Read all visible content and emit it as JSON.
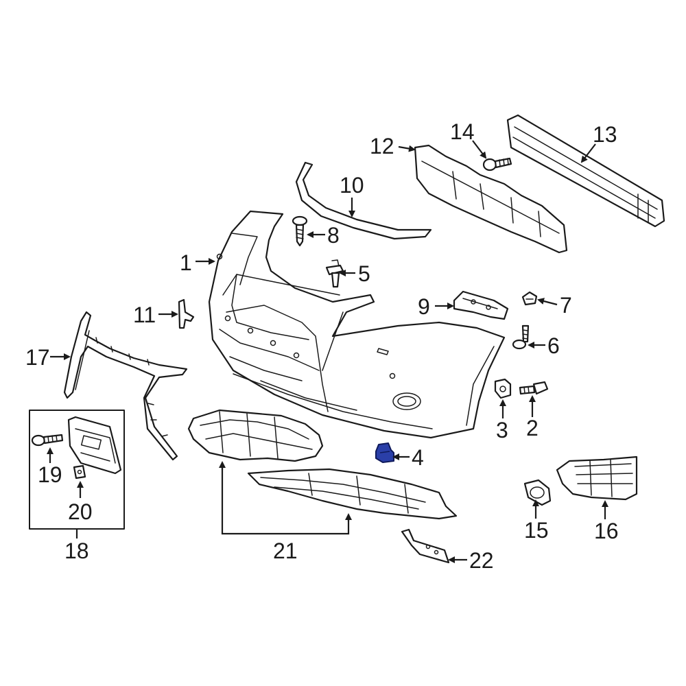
{
  "colors": {
    "line": "#1a1a1a",
    "background": "#ffffff",
    "highlight": "#2a3fa8",
    "highlight_outline": "#0f1a5a"
  },
  "highlighted_part": "4",
  "callouts": {
    "c1": "1",
    "c2": "2",
    "c3": "3",
    "c4": "4",
    "c5": "5",
    "c6": "6",
    "c7": "7",
    "c8": "8",
    "c9": "9",
    "c10": "10",
    "c11": "11",
    "c12": "12",
    "c13": "13",
    "c14": "14",
    "c15": "15",
    "c16": "16",
    "c17": "17",
    "c18": "18",
    "c19": "19",
    "c20": "20",
    "c21": "21",
    "c22": "22"
  }
}
